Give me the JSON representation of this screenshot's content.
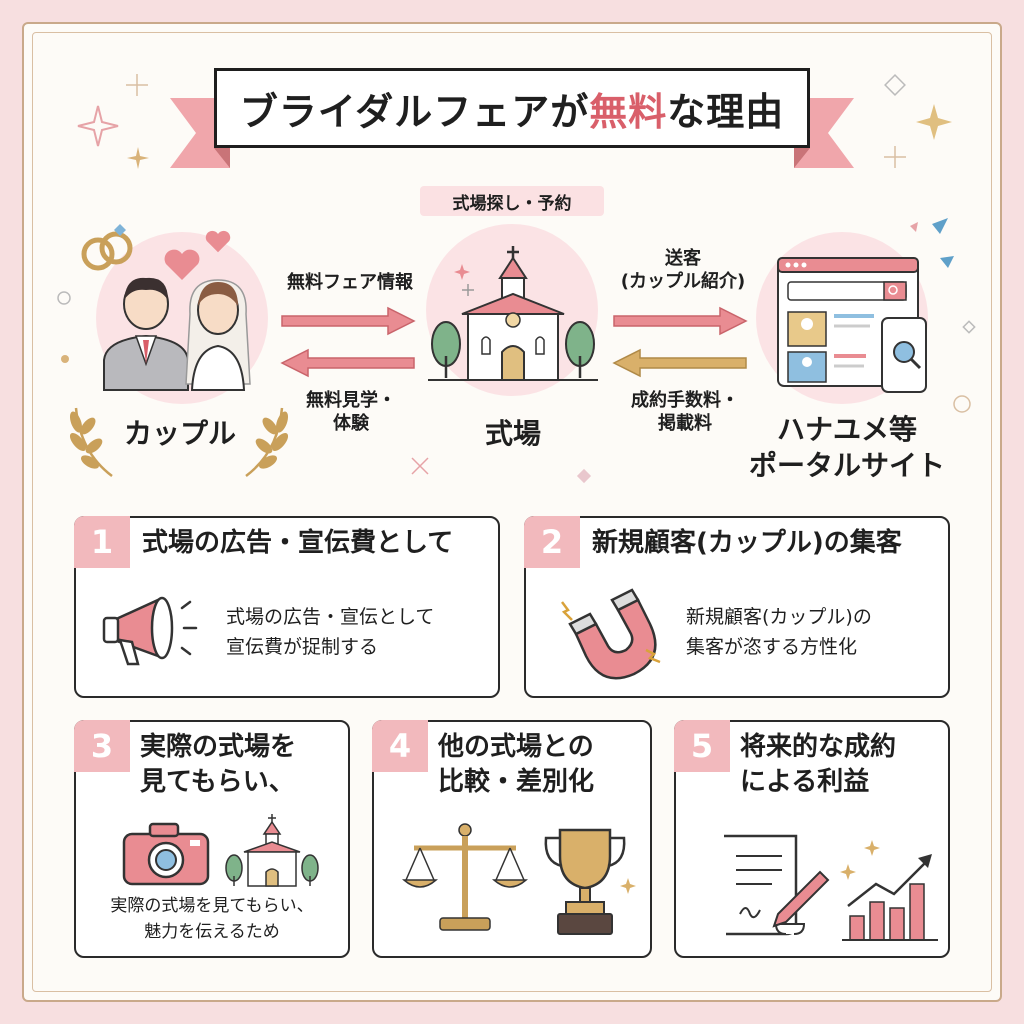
{
  "title": {
    "prefix": "ブライダルフェアが",
    "accent": "無料",
    "suffix": "な理由"
  },
  "flow": {
    "top_tag": "式場探し・予約",
    "nodes": {
      "couple": "カップル",
      "venue": "式場",
      "portal_line1": "ハナユメ等",
      "portal_line2": "ポータルサイト"
    },
    "couple_to_venue": "無料フェア情報",
    "venue_to_couple_line1": "無料見学・",
    "venue_to_couple_line2": "体験",
    "venue_to_portal_line1": "送客",
    "venue_to_portal_line2": "(カップル紹介)",
    "portal_to_venue_line1": "成約手数料・",
    "portal_to_venue_line2": "掲載料"
  },
  "reasons": [
    {
      "num": "1",
      "title": "式場の広告・宣伝費として",
      "body_line1": "式場の広告・宣伝として",
      "body_line2": "宣伝費が捉制する"
    },
    {
      "num": "2",
      "title": "新規顧客(カップル)の集客",
      "body_line1": "新規顧客(カップル)の",
      "body_line2": "集客が恣する方性化"
    },
    {
      "num": "3",
      "title_line1": "実際の式場を",
      "title_line2": "見てもらい、",
      "body_line1": "実際の式場を見てもらい、",
      "body_line2": "魅力を伝えるため"
    },
    {
      "num": "4",
      "title_line1": "他の式場との",
      "title_line2": "比較・差別化"
    },
    {
      "num": "5",
      "title_line1": "将来的な成約",
      "title_line2": "による利益"
    }
  ],
  "colors": {
    "accent": "#d95f6a",
    "pink_arrow": "#e27a80",
    "gold_arrow": "#c9a05a",
    "badge": "#f2b9bd"
  }
}
